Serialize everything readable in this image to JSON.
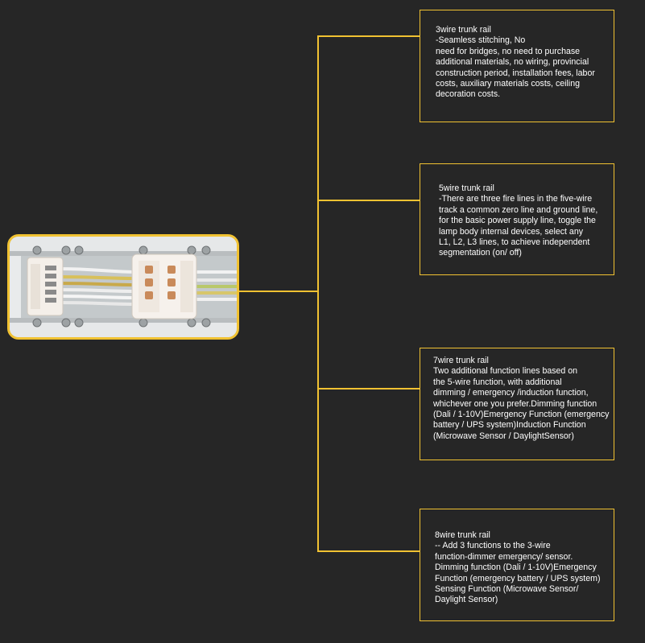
{
  "colors": {
    "background": "#262626",
    "accent": "#f1c232",
    "text": "#ffffff"
  },
  "photo": {
    "subject": "trunk-rail-connector-photo"
  },
  "boxes": [
    {
      "title": "3wire trunk rail",
      "body": "-Seamless stitching, No\nneed for bridges, no need to purchase\nadditional materials, no wiring, provincial\nconstruction period, installation fees, labor\ncosts, auxiliary materials costs, ceiling\ndecoration costs."
    },
    {
      "title": "5wire trunk rail",
      "body": "-There are three fire lines in the five-wire\ntrack a common zero line and ground line,\nfor the basic power supply line, toggle the\nlamp body internal devices, select any\nL1, L2, L3 lines, to achieve independent\nsegmentation (on/ off)"
    },
    {
      "title": "7wire trunk rail",
      "body": "Two additional function lines based on\nthe 5-wire function, with additional\ndimming / emergency /induction function,\nwhichever one you prefer.Dimming function\n(Dali / 1-10V)Emergency Function (emergency\nbattery / UPS system)Induction Function\n(Microwave Sensor / DaylightSensor)"
    },
    {
      "title": "8wire trunk rail",
      "body": "-- Add 3 functions to the 3-wire\nfunction-dimmer emergency/ sensor.\nDimming function (Dali / 1-10V)Emergency\nFunction (emergency battery / UPS system)\nSensing Function (Microwave Sensor/\nDaylight Sensor)"
    }
  ]
}
